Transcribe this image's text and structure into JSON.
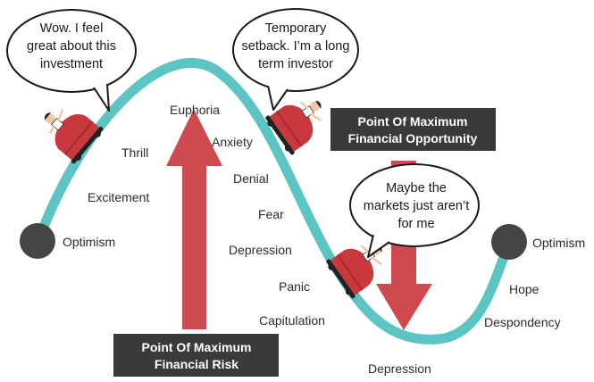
{
  "colors": {
    "curve": "#5cc5c3",
    "arrow": "#cf4a4e",
    "box": "#3a3a3a",
    "dot": "#454545",
    "car": "#c8383c"
  },
  "curve_labels": {
    "optimism_start": "Optimism",
    "excitement": "Excitement",
    "thrill": "Thrill",
    "euphoria": "Euphoria",
    "anxiety": "Anxiety",
    "denial": "Denial",
    "fear": "Fear",
    "depression_mid": "Depression",
    "panic": "Panic",
    "capitulation": "Capitulation",
    "depression_bottom": "Depression",
    "despondency": "Despondency",
    "hope": "Hope",
    "optimism_end": "Optimism"
  },
  "bubbles": {
    "top_left": [
      "Wow. I feel",
      "great about this",
      "investment"
    ],
    "top_middle": [
      "Temporary",
      "setback. I’m a long",
      "term investor"
    ],
    "right": [
      "Maybe the",
      "markets just aren’t",
      "for me"
    ]
  },
  "boxes": {
    "max_risk": [
      "Point Of Maximum",
      "Financial Risk"
    ],
    "max_opportunity": [
      "Point Of Maximum",
      "Financial Opportunity"
    ]
  },
  "icons": {
    "up_arrow": "arrow-up-icon",
    "down_arrow": "arrow-down-icon",
    "rider": "roller-coaster-car-icon"
  }
}
